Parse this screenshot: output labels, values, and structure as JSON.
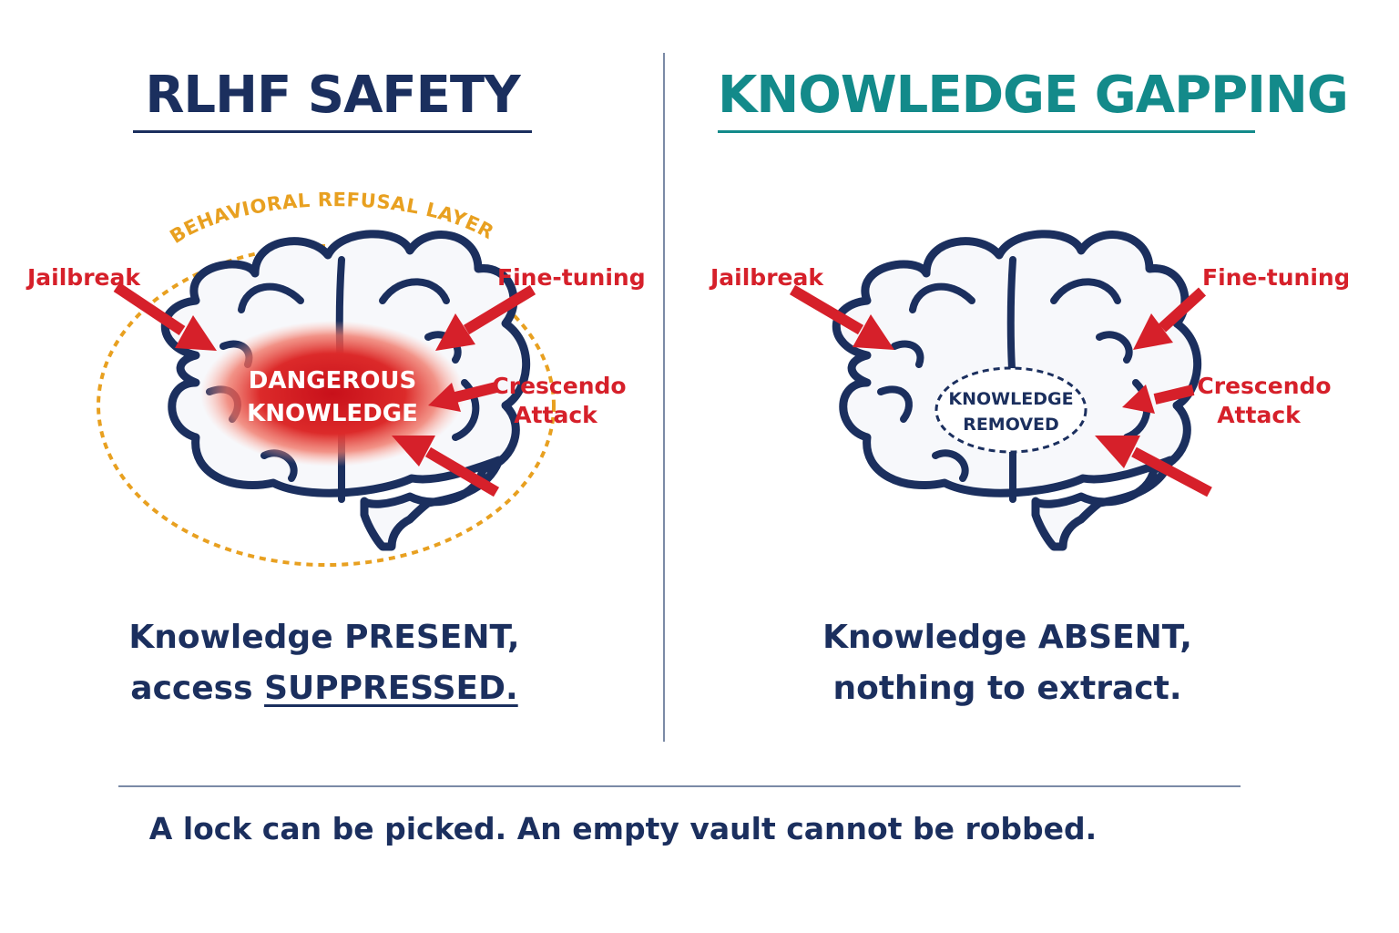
{
  "left": {
    "title": "RLHF SAFETY",
    "refusal_layer": "BEHAVIORAL REFUSAL LAYER",
    "core_line1": "DANGEROUS",
    "core_line2": "KNOWLEDGE",
    "attacks": {
      "jailbreak": "Jailbreak",
      "finetuning": "Fine-tuning",
      "crescendo1": "Crescendo",
      "crescendo2": "Attack"
    },
    "caption_line1": "Knowledge PRESENT,",
    "caption_prefix": "access ",
    "caption_emphasis": "SUPPRESSED."
  },
  "right": {
    "title": "KNOWLEDGE GAPPING",
    "core_line1": "KNOWLEDGE",
    "core_line2": "REMOVED",
    "attacks": {
      "jailbreak": "Jailbreak",
      "finetuning": "Fine-tuning",
      "crescendo1": "Crescendo",
      "crescendo2": "Attack"
    },
    "caption_line1": "Knowledge ABSENT,",
    "caption_line2": "nothing to extract."
  },
  "bottom_quote": "A lock can be picked. An empty vault cannot be robbed.",
  "colors": {
    "navy": "#1b2f5e",
    "teal": "#138a8a",
    "red": "#d6202a",
    "orange": "#e8a020"
  },
  "icons": [
    "brain-icon",
    "arrow-icon"
  ]
}
